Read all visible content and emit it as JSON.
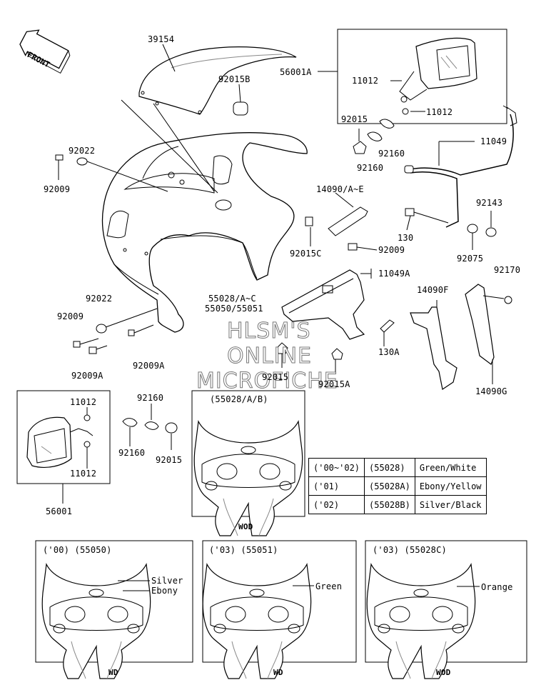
{
  "front_label": "FRONT",
  "parts": {
    "p39154": "39154",
    "p92015B": "92015B",
    "p56001A": "56001A",
    "p11012_a": "11012",
    "p11012_b": "11012",
    "p92015_a": "92015",
    "p92160_a": "92160",
    "p92160_b": "92160",
    "p11049": "11049",
    "p92022_a": "92022",
    "p92009_a": "92009",
    "p14090AE": "14090/A~E",
    "p130": "130",
    "p92143": "92143",
    "p92015C": "92015C",
    "p92009_b": "92009",
    "p92075": "92075",
    "p92170": "92170",
    "p11049A": "11049A",
    "p55028": "55028/A~C",
    "p55050": "55050/55051",
    "p14090F": "14090F",
    "p92022_b": "92022",
    "p92009_c": "92009",
    "p130A": "130A",
    "p92009A_a": "92009A",
    "p92009A_b": "92009A",
    "p92015_b": "92015",
    "p92015A": "92015A",
    "p14090G": "14090G",
    "p11012_c": "11012",
    "p92160_c": "92160",
    "p92160_d": "92160",
    "p92015_c": "92015",
    "p11012_d": "11012",
    "p56001": "56001"
  },
  "watermark": {
    "line1": "HLSM'S",
    "line2": "ONLINE",
    "line3": "MICROFICHE"
  },
  "inset_main": {
    "title": "(55028/A/B)",
    "footer": "WOD"
  },
  "color_table": [
    {
      "year": "('00~'02)",
      "code": "(55028)",
      "color": "Green/White"
    },
    {
      "year": "('01)",
      "code": "(55028A)",
      "color": "Ebony/Yellow"
    },
    {
      "year": "('02)",
      "code": "(55028B)",
      "color": "Silver/Black"
    }
  ],
  "variants": [
    {
      "title": "('00) (55050)",
      "color1": "Silver",
      "color2": "Ebony",
      "footer": "WD"
    },
    {
      "title": "('03) (55051)",
      "color1": "Green",
      "footer": "WD"
    },
    {
      "title": "('03) (55028C)",
      "color1": "Orange",
      "footer": "WOD"
    }
  ],
  "colors": {
    "line": "#000000",
    "background": "#ffffff"
  }
}
